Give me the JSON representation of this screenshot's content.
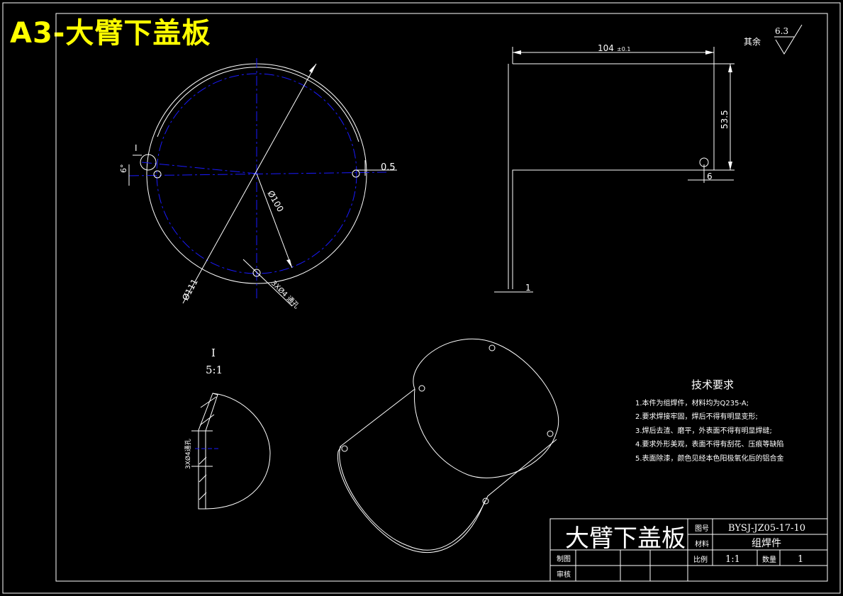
{
  "sheet_title": "A3-大臂下盖板",
  "roughness": {
    "label": "其余",
    "value": "6.3"
  },
  "dimensions": {
    "width": "104",
    "width_tol": "±0.1",
    "height": "53.5",
    "offset_6": "6",
    "thickness": "1",
    "gap": "0.5",
    "angle": "6°",
    "dia_inner": "Ø100",
    "dia_outer": "Ø111",
    "holes": "3XØ4 通孔"
  },
  "detail": {
    "label": "I",
    "scale": "5:1",
    "section_text": "3XØ4通孔"
  },
  "view_marks": {
    "detail_ref": "I"
  },
  "tech_req": {
    "title": "技术要求",
    "items": [
      "1.本件为组焊件，材料均为Q235-A;",
      "2.要求焊接牢固，焊后不得有明显变形;",
      "3.焊后去渣、磨平，外表面不得有明显焊缝;",
      "4.要求外形美观，表面不得有刮花、压痕等缺陷",
      "5.表面除漆，颜色见经本色阳极氧化后的铝合金"
    ]
  },
  "title_block": {
    "part_name": "大臂下盖板",
    "drawing_no_label": "图号",
    "drawing_no": "BYSJ-JZ05-17-10",
    "material_label": "材料",
    "material": "组焊件",
    "drawn_label": "制图",
    "checked_label": "审核",
    "scale_label": "比例",
    "scale": "1:1",
    "qty_label": "数量",
    "qty": "1"
  },
  "colors": {
    "background": "#000000",
    "lines": "#ffffff",
    "center_lines": "#1a1aff",
    "title": "#ffff00"
  }
}
